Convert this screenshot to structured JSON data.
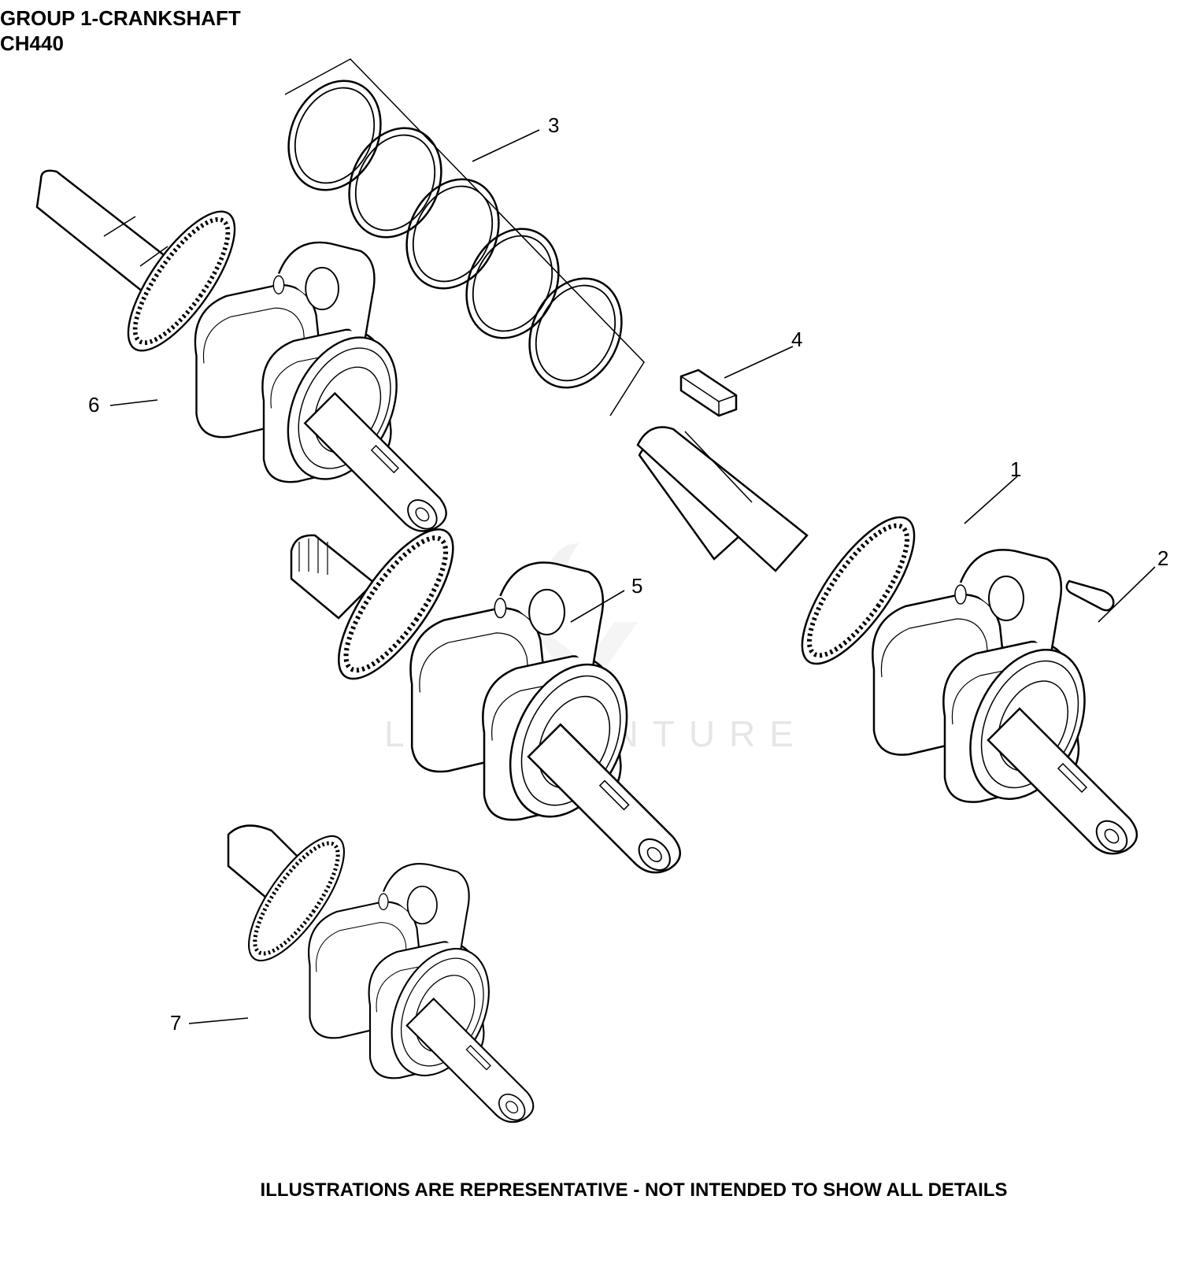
{
  "header": {
    "title": "GROUP 1-CRANKSHAFT",
    "model": "CH440"
  },
  "footer": {
    "note": "ILLUSTRATIONS ARE REPRESENTATIVE - NOT INTENDED TO SHOW ALL DETAILS"
  },
  "watermark": {
    "text": "LEADVENTURE"
  },
  "callouts": [
    "1",
    "2",
    "3",
    "4",
    "5",
    "6",
    "7"
  ]
}
